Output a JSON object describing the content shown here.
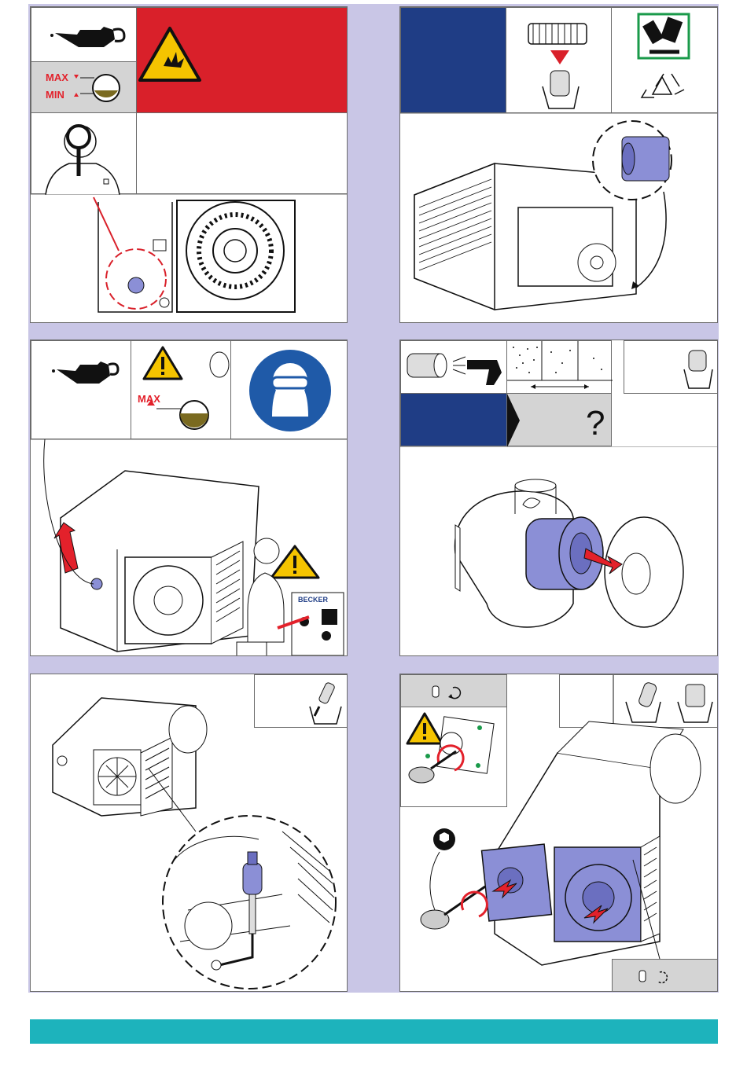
{
  "labels": {
    "max": "MAX",
    "min": "MIN",
    "question": "?",
    "brand": "BECKER"
  },
  "colors": {
    "frame": "#c9c6e6",
    "warning_red": "#d9202a",
    "navy": "#1f3d85",
    "footer": "#1db3bc",
    "oil": "#7a6a20",
    "pump_blue": "#8b8fd6"
  },
  "icons": [
    "oil-can-icon",
    "explosion-warning-icon",
    "oil-level-sightglass-icon",
    "inspector-magnifier-icon",
    "filter-cartridge-icon",
    "recycle-icon",
    "waste-container-icon",
    "warning-triangle-icon",
    "safety-goggles-icon",
    "compressed-air-gun-icon",
    "question-icon",
    "training-sign-icon",
    "wrench-icon",
    "screw-icon",
    "rotate-icon",
    "hex-key-icon",
    "exhaust-filter-icon"
  ]
}
